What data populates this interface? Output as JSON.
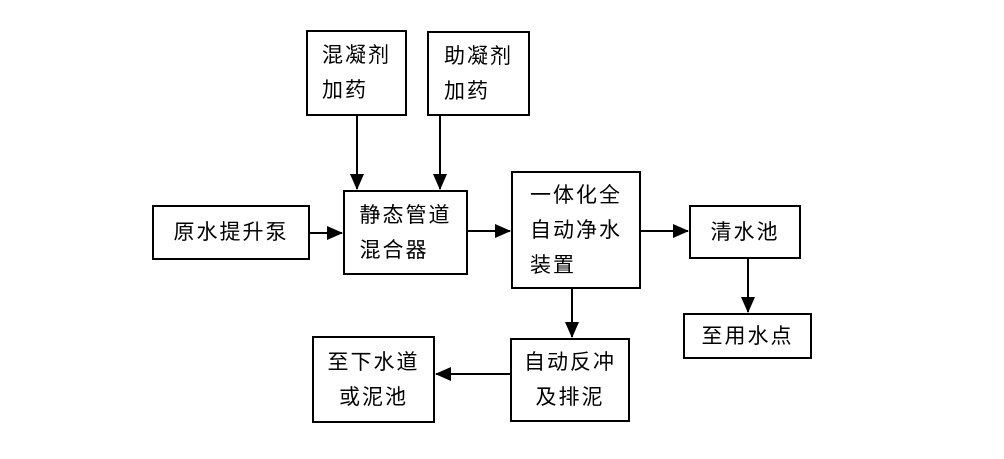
{
  "diagram": {
    "type": "flowchart",
    "colors": {
      "background": "#ffffff",
      "box_border": "#000000",
      "text": "#000000",
      "arrow": "#000000"
    },
    "nodes": {
      "coagulant_dosing": {
        "lines": [
          "混凝剂",
          "加药"
        ]
      },
      "coagulant_aid_dosing": {
        "lines": [
          "助凝剂",
          "加药"
        ]
      },
      "raw_water_pump": {
        "lines": [
          "原水提升泵"
        ]
      },
      "static_pipe_mixer": {
        "lines": [
          "静态管道",
          "混合器"
        ]
      },
      "integrated_purifier": {
        "lines": [
          "一体化全",
          "自动净水",
          "装置"
        ]
      },
      "clear_water_tank": {
        "lines": [
          "清水池"
        ]
      },
      "water_use_point": {
        "lines": [
          "至用水点"
        ]
      },
      "auto_backwash_sludge": {
        "lines": [
          "自动反冲",
          "及排泥"
        ]
      },
      "sewer_or_mud_pool": {
        "lines": [
          "至下水道",
          "或泥池"
        ]
      }
    },
    "edges": [
      {
        "from": "coagulant_dosing",
        "to": "static_pipe_mixer"
      },
      {
        "from": "coagulant_aid_dosing",
        "to": "static_pipe_mixer"
      },
      {
        "from": "raw_water_pump",
        "to": "static_pipe_mixer"
      },
      {
        "from": "static_pipe_mixer",
        "to": "integrated_purifier"
      },
      {
        "from": "integrated_purifier",
        "to": "clear_water_tank"
      },
      {
        "from": "clear_water_tank",
        "to": "water_use_point"
      },
      {
        "from": "integrated_purifier",
        "to": "auto_backwash_sludge"
      },
      {
        "from": "auto_backwash_sludge",
        "to": "sewer_or_mud_pool"
      }
    ]
  }
}
